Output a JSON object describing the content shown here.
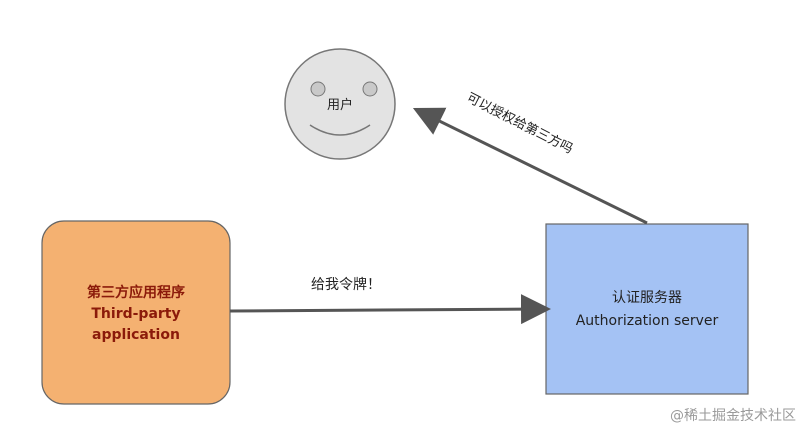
{
  "diagram": {
    "user": {
      "label": "用户"
    },
    "third_party": {
      "label_cn": "第三方应用程序",
      "label_en_1": "Third-party",
      "label_en_2": "application"
    },
    "auth_server": {
      "label_cn": "认证服务器",
      "label_en": "Authorization server"
    },
    "edges": {
      "request_token": "给我令牌！",
      "ask_user": "可以授权给第三方吗"
    }
  },
  "watermark": "@稀土掘金技术社区",
  "colors": {
    "third_party_fill": "#f4b171",
    "third_party_text": "#8b1a0a",
    "auth_fill": "#a4c2f4",
    "user_fill": "#e3e3e3",
    "arrow": "#555555"
  }
}
